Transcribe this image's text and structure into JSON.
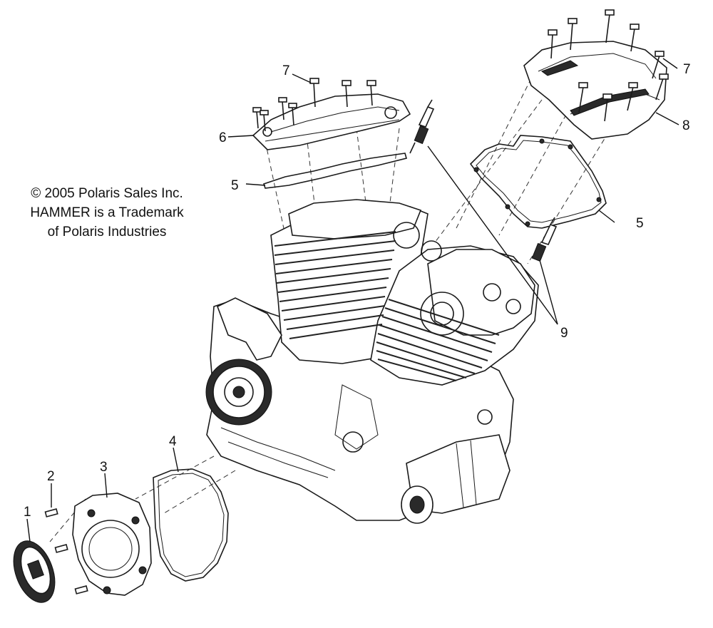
{
  "copyright": {
    "line1": "© 2005 Polaris Sales Inc.",
    "line2": "HAMMER is a Trademark",
    "line3": "of Polaris Industries"
  },
  "callouts": {
    "c1": "1",
    "c2": "2",
    "c3": "3",
    "c4": "4",
    "c5a": "5",
    "c5b": "5",
    "c6": "6",
    "c7a": "7",
    "c7b": "7",
    "c8": "8",
    "c9": "9"
  },
  "colors": {
    "ink": "#1a1a1a",
    "background": "#ffffff"
  }
}
